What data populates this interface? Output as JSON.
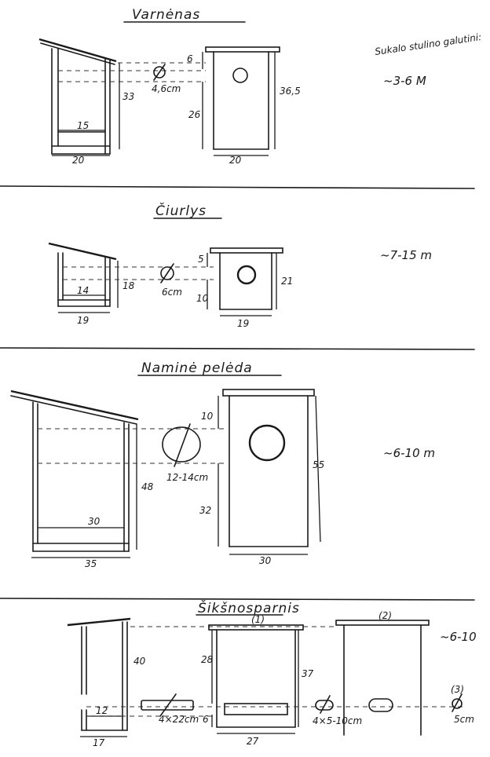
{
  "sections": [
    {
      "title": "Varnėnas",
      "hole": "4,6cm",
      "dims": [
        "6",
        "33",
        "26",
        "36,5",
        "15",
        "20",
        "20"
      ],
      "note": "Sukalo stulino galutini:",
      "height": "~3-6 M"
    },
    {
      "title": "Čiurlys",
      "hole": "6cm",
      "dims": [
        "5",
        "18",
        "10",
        "21",
        "14",
        "19",
        "19"
      ],
      "height": "~7-15 m"
    },
    {
      "title": "Naminė pelėda",
      "hole": "12-14cm",
      "dims": [
        "10",
        "48",
        "32",
        "55",
        "30",
        "35",
        "30"
      ],
      "height": "~6-10 m"
    },
    {
      "title": "Šikšnosparnis",
      "panels": [
        "(1)",
        "(2)",
        "(3)"
      ],
      "dims": [
        "40",
        "28",
        "37",
        "6",
        "12",
        "17",
        "27"
      ],
      "slots": [
        "4×22cm",
        "4×5-10cm",
        "5cm"
      ],
      "height": "~6-10"
    }
  ]
}
